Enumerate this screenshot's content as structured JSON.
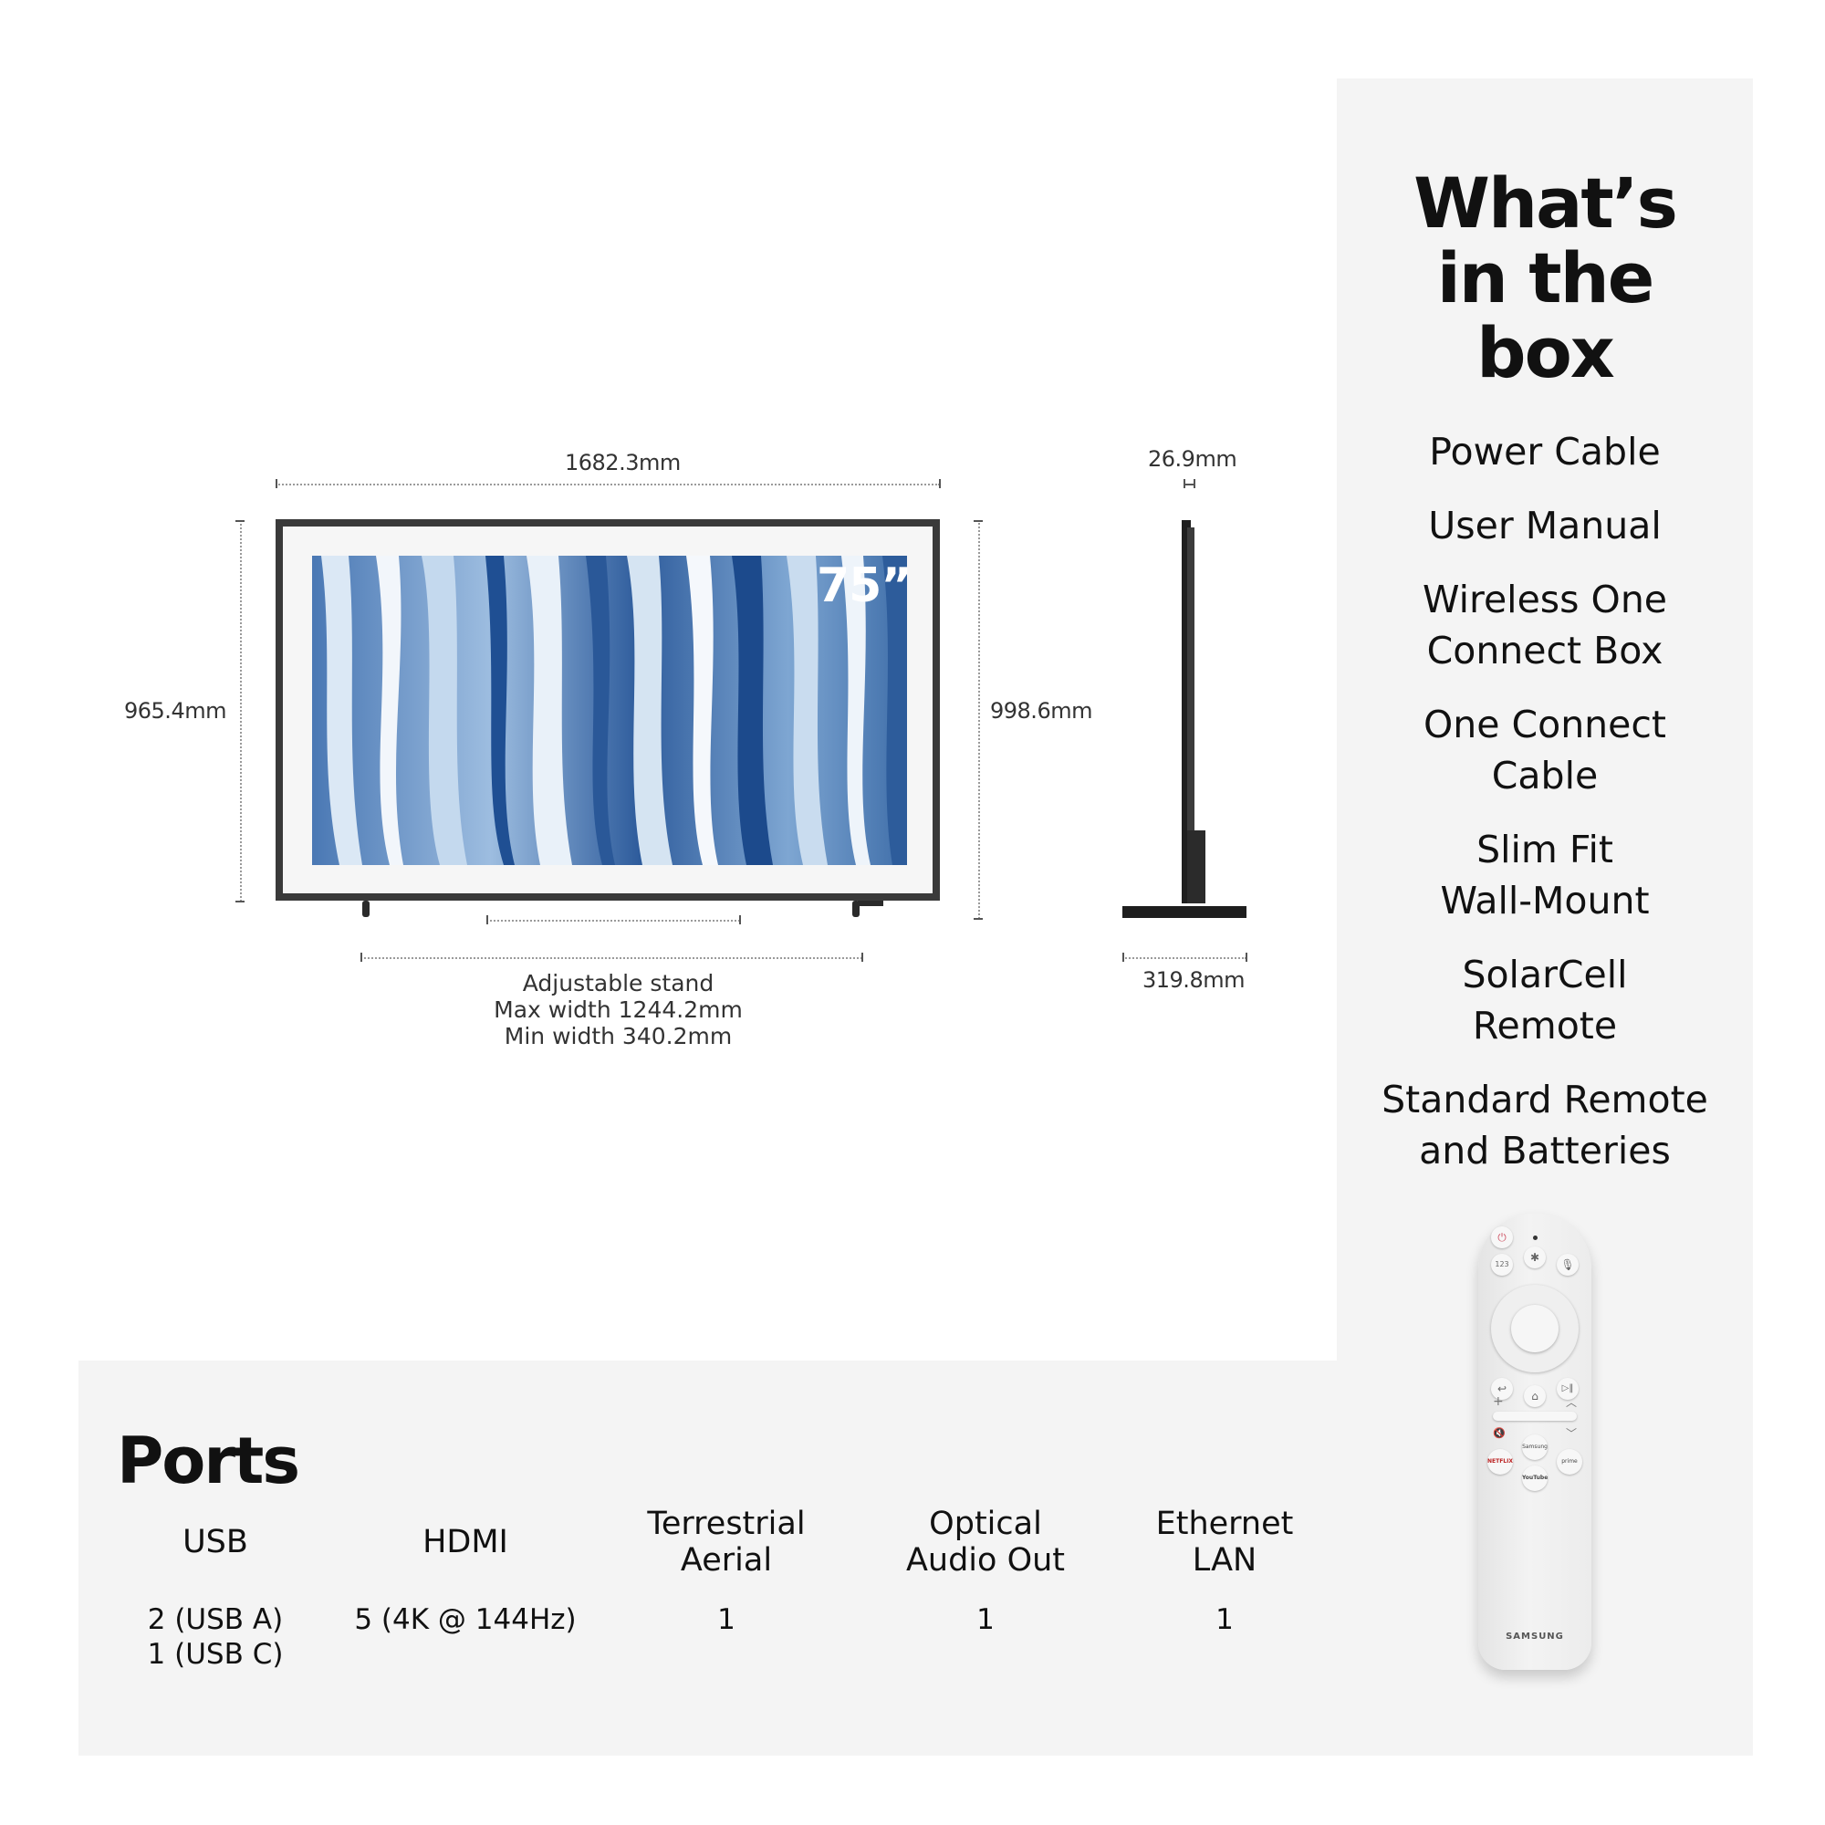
{
  "dimensions": {
    "width": "1682.3mm",
    "depth": "26.9mm",
    "height_without_stand": "965.4mm",
    "height_with_stand": "998.6mm",
    "stand_depth": "319.8mm",
    "stand_title": "Adjustable stand",
    "stand_max": "Max width 1244.2mm",
    "stand_min": "Min width 340.2mm"
  },
  "tv": {
    "size_label": "75”"
  },
  "in_the_box": {
    "title_lines": [
      "What’s",
      "in the",
      "box"
    ],
    "items": [
      {
        "line1": "Power Cable",
        "line2": ""
      },
      {
        "line1": "User Manual",
        "line2": ""
      },
      {
        "line1": "Wireless One",
        "line2": "Connect Box"
      },
      {
        "line1": "One Connect",
        "line2": "Cable"
      },
      {
        "line1": "Slim Fit",
        "line2": "Wall-Mount"
      },
      {
        "line1": "SolarCell",
        "line2": "Remote"
      },
      {
        "line1": "Standard Remote",
        "line2": "and Batteries"
      }
    ]
  },
  "remote": {
    "brand": "SAMSUNG",
    "keypad_label": "123",
    "apps": [
      "Samsung TV Plus",
      "NETFLIX",
      "prime video",
      "YouTube"
    ]
  },
  "ports": {
    "title": "Ports",
    "columns": [
      {
        "label1": "USB",
        "label2": "",
        "value1": "2 (USB A)",
        "value2": "1 (USB C)"
      },
      {
        "label1": "HDMI",
        "label2": "",
        "value1": "5 (4K @ 144Hz)",
        "value2": ""
      },
      {
        "label1": "Terrestrial",
        "label2": "Aerial",
        "value1": "1",
        "value2": ""
      },
      {
        "label1": "Optical",
        "label2": "Audio Out",
        "value1": "1",
        "value2": ""
      },
      {
        "label1": "Ethernet",
        "label2": "LAN",
        "value1": "1",
        "value2": ""
      }
    ]
  },
  "colors": {
    "panel_background": "#f4f4f4",
    "frame": "#3a3a3a",
    "art_primary": "#2f5e9e",
    "art_light": "#c9dcef"
  }
}
